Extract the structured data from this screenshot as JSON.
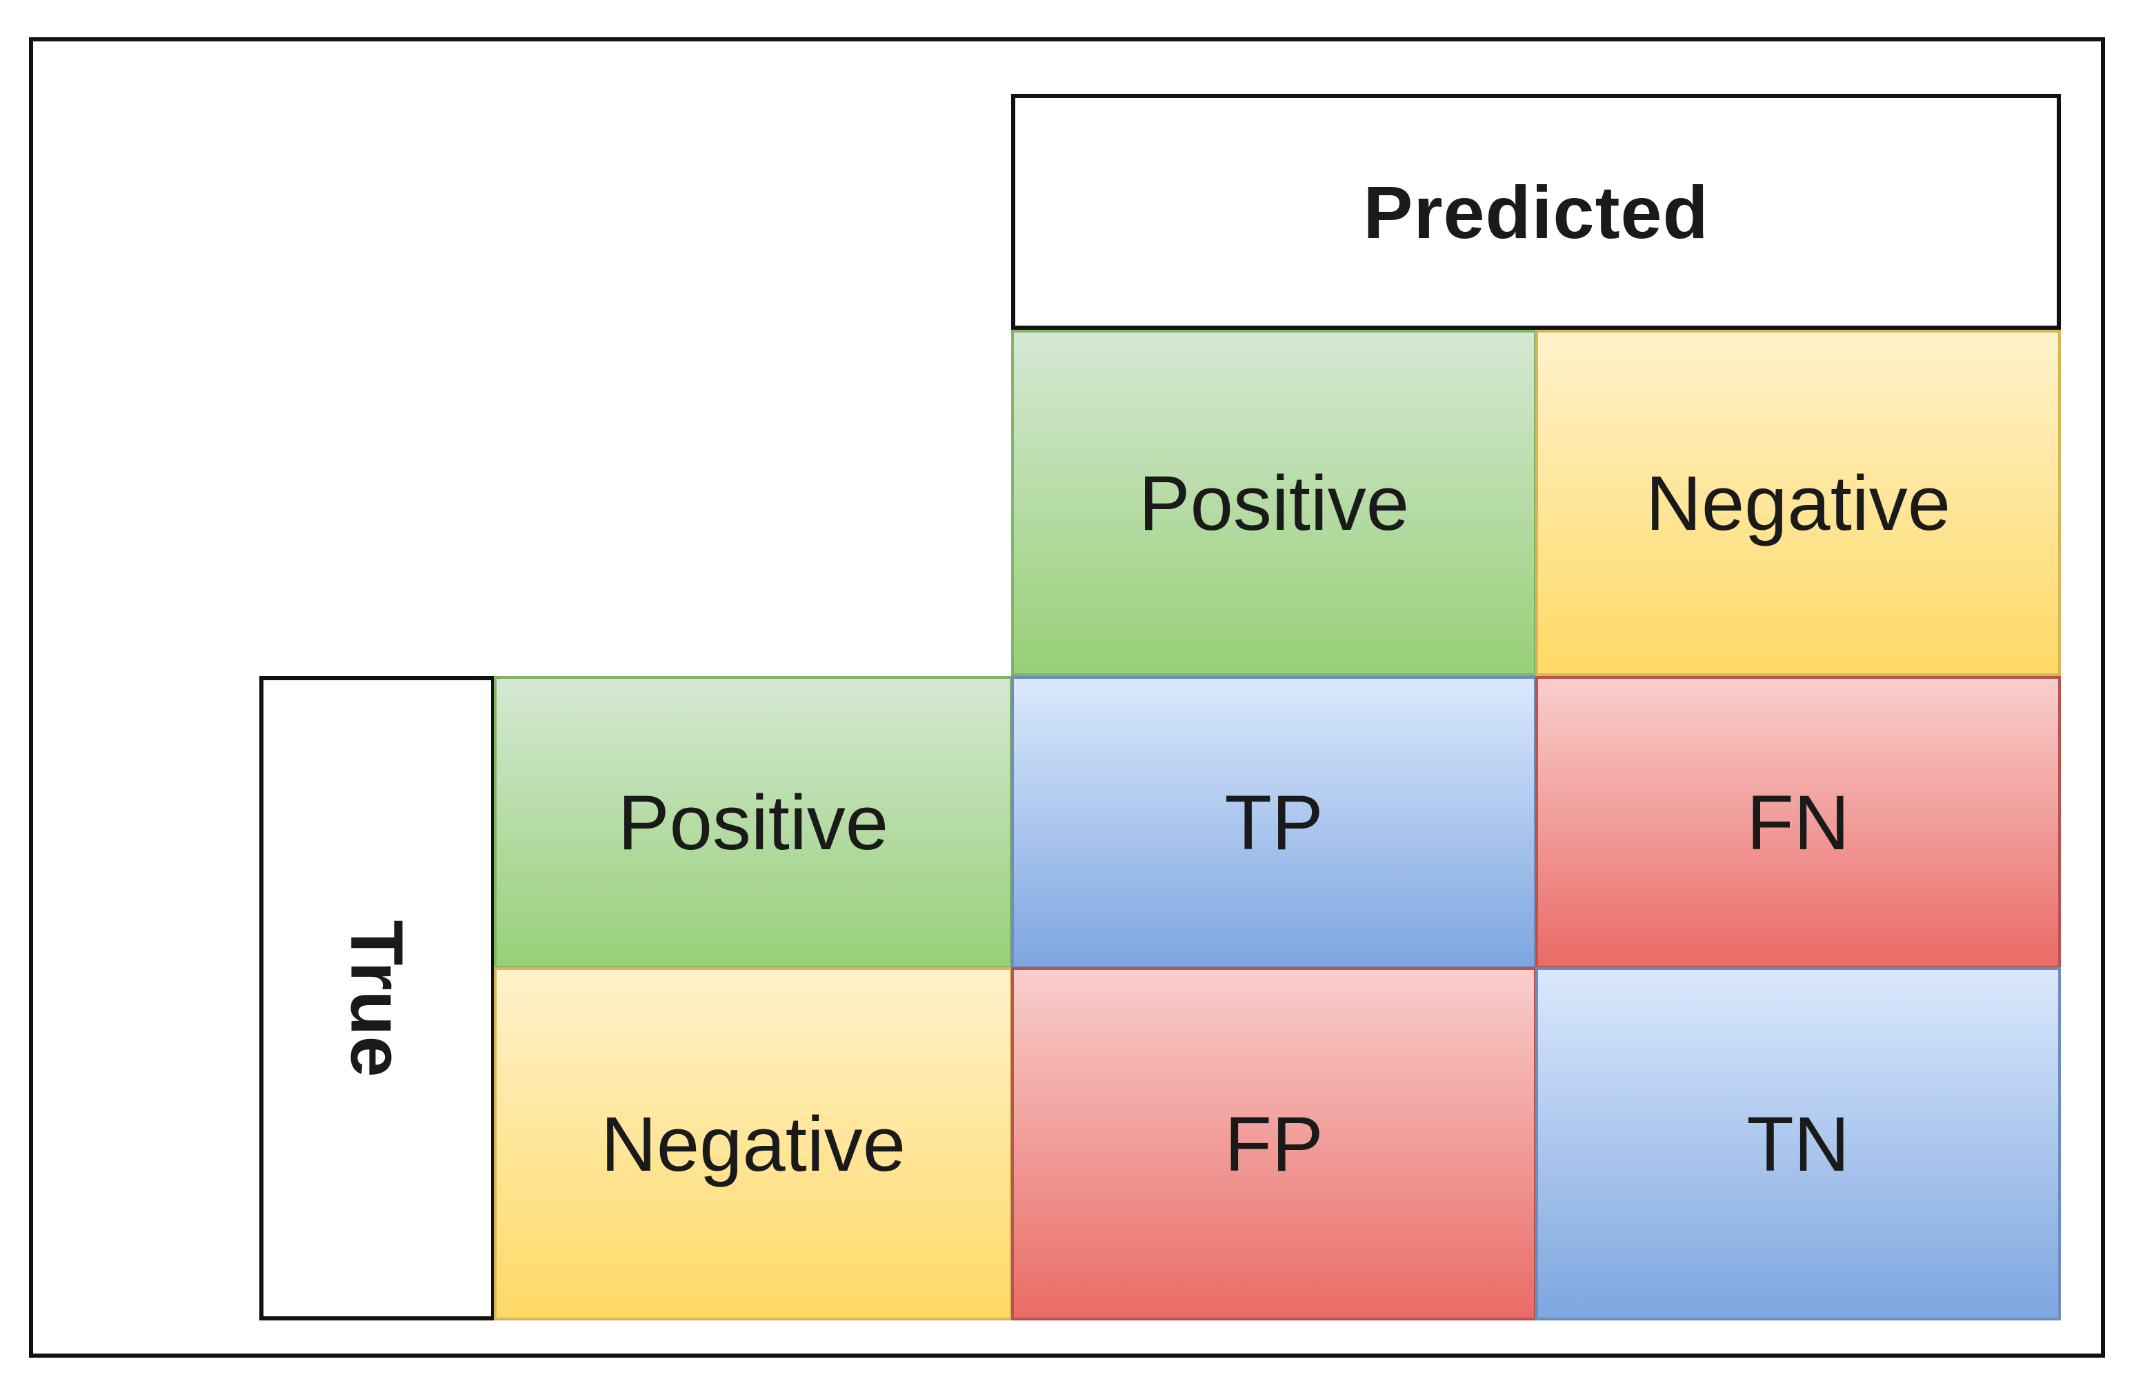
{
  "header": {
    "predicted_label": "Predicted",
    "true_label": "True"
  },
  "predicted_classes": {
    "positive": "Positive",
    "negative": "Negative"
  },
  "true_classes": {
    "positive": "Positive",
    "negative": "Negative"
  },
  "matrix": {
    "tp": "TP",
    "fn": "FN",
    "fp": "FP",
    "tn": "TN"
  },
  "colors": {
    "positive_class": "#97d077",
    "negative_class": "#ffd966",
    "correct": "#7ea6e0",
    "incorrect": "#ea6b66"
  }
}
